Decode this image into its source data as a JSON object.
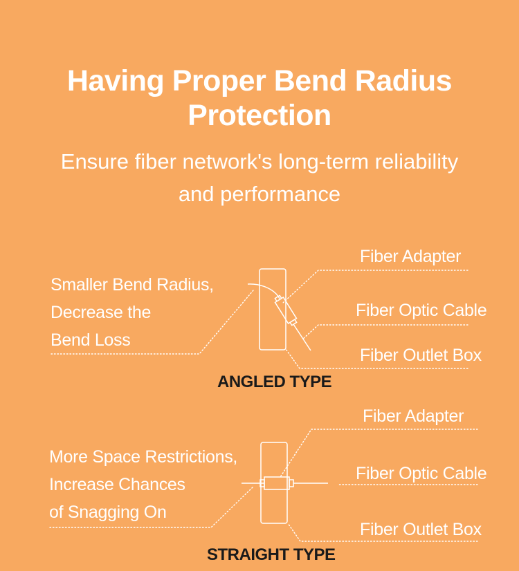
{
  "header": {
    "title_line1": "Having Proper Bend Radius",
    "title_line2": "Protection",
    "subtitle_line1": "Ensure fiber network's long-term reliability",
    "subtitle_line2": "and performance"
  },
  "angled": {
    "type_label": "ANGLED TYPE",
    "description": [
      "Smaller Bend Radius,",
      "Decrease the",
      "Bend Loss"
    ],
    "callouts": [
      "Fiber Adapter",
      "Fiber Optic Cable",
      "Fiber Outlet Box"
    ]
  },
  "straight": {
    "type_label": "STRAIGHT TYPE",
    "description": [
      "More Space Restrictions,",
      "Increase Chances",
      "of Snagging On"
    ],
    "callouts": [
      "Fiber Adapter",
      "Fiber Optic Cable",
      "Fiber Outlet Box"
    ]
  },
  "colors": {
    "background": "#f8a960",
    "text": "#ffffff",
    "type_label": "#1a1a1a"
  }
}
